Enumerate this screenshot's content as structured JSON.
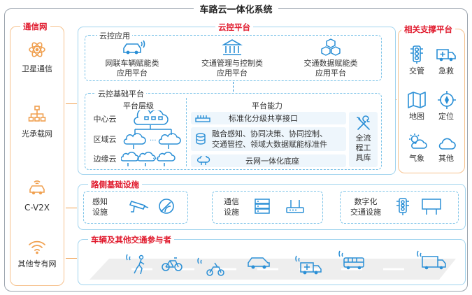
{
  "title": "车路云一体化系统",
  "left": {
    "title": "通信网",
    "items": [
      {
        "label": "卫星通信",
        "icon": "satellite-atom-icon"
      },
      {
        "label": "光承载网",
        "icon": "network-tree-icon"
      },
      {
        "label": "C-V2X",
        "icon": "connected-car-icon"
      },
      {
        "label": "其他专有网",
        "icon": "wifi-signal-icon"
      }
    ]
  },
  "right": {
    "title": "相关支撑平台",
    "items": [
      {
        "label": "交管",
        "icon": "traffic-light-icon"
      },
      {
        "label": "急救",
        "icon": "ambulance-icon"
      },
      {
        "label": "地图",
        "icon": "map-icon"
      },
      {
        "label": "定位",
        "icon": "compass-icon"
      },
      {
        "label": "气象",
        "icon": "weather-icon"
      },
      {
        "label": "其他",
        "icon": "cloud-icon"
      }
    ]
  },
  "cloud": {
    "title": "云控平台",
    "app": {
      "title": "云控应用",
      "items": [
        {
          "line1": "网联车辆赋能类",
          "line2": "应用平台"
        },
        {
          "line1": "交通管理与控制类",
          "line2": "应用平台"
        },
        {
          "line1": "交通数据赋能类",
          "line2": "应用平台"
        }
      ]
    },
    "base": {
      "title": "云控基础平台",
      "layers": {
        "title": "平台层级",
        "items": [
          "中心云",
          "区域云",
          "边缘云"
        ]
      },
      "capability": {
        "title": "平台能力",
        "bars": [
          "标准化分级共享接口",
          "融合感知、协同决策、协同控制、",
          "交通管控、领域大数据赋能标准件",
          "云网一体化底座"
        ],
        "toolchain": [
          "全流",
          "程工",
          "具库"
        ]
      }
    }
  },
  "roadside": {
    "title": "路侧基础设施",
    "groups": [
      {
        "line1": "感知",
        "line2": "设施"
      },
      {
        "line1": "通信",
        "line2": "设施"
      },
      {
        "line1": "数字化",
        "line2": "交通设施"
      }
    ]
  },
  "vehicles": {
    "title": "车辆及其他交通参与者"
  },
  "colors": {
    "accent_red": "#e0192c",
    "icon_blue": "#2a8fd6",
    "orange": "#f0a050",
    "panel_blue_border": "#9fd3ee"
  }
}
